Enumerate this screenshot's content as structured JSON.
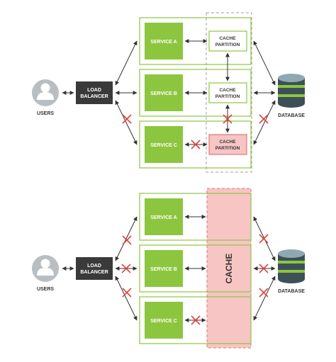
{
  "colors": {
    "service_green": "#8cc63f",
    "panel_border": "#8cc63f",
    "load_balancer": "#3a3a3a",
    "cache_pink": "#f7c5c4",
    "cache_border": "#e57373",
    "partition_border": "#8cc63f",
    "dashed_border": "#9e9e9e",
    "arrow": "#333333",
    "blocked_x": "#e0443c",
    "user_gray": "#b9bec3",
    "db_dark": "#3d5058",
    "db_light": "#8fa9b2",
    "db_band": "#8cc63f"
  },
  "top_diagram": {
    "users_label": "USERS",
    "load_balancer_label": [
      "LOAD",
      "BALANCER"
    ],
    "services": [
      "SERVICE A",
      "SERVICE B",
      "SERVICE C"
    ],
    "cache_partitions": [
      [
        "CACHE",
        "PARTITION"
      ],
      [
        "CACHE",
        "PARTITION"
      ],
      [
        "CACHE",
        "PARTITION"
      ]
    ],
    "database_label": "DATABASE"
  },
  "bottom_diagram": {
    "users_label": "USERS",
    "load_balancer_label": [
      "LOAD",
      "BALANCER"
    ],
    "services": [
      "SERVICE A",
      "SERVICE B",
      "SERVICE C"
    ],
    "cache_label": "CACHE",
    "database_label": "DATABASE"
  }
}
